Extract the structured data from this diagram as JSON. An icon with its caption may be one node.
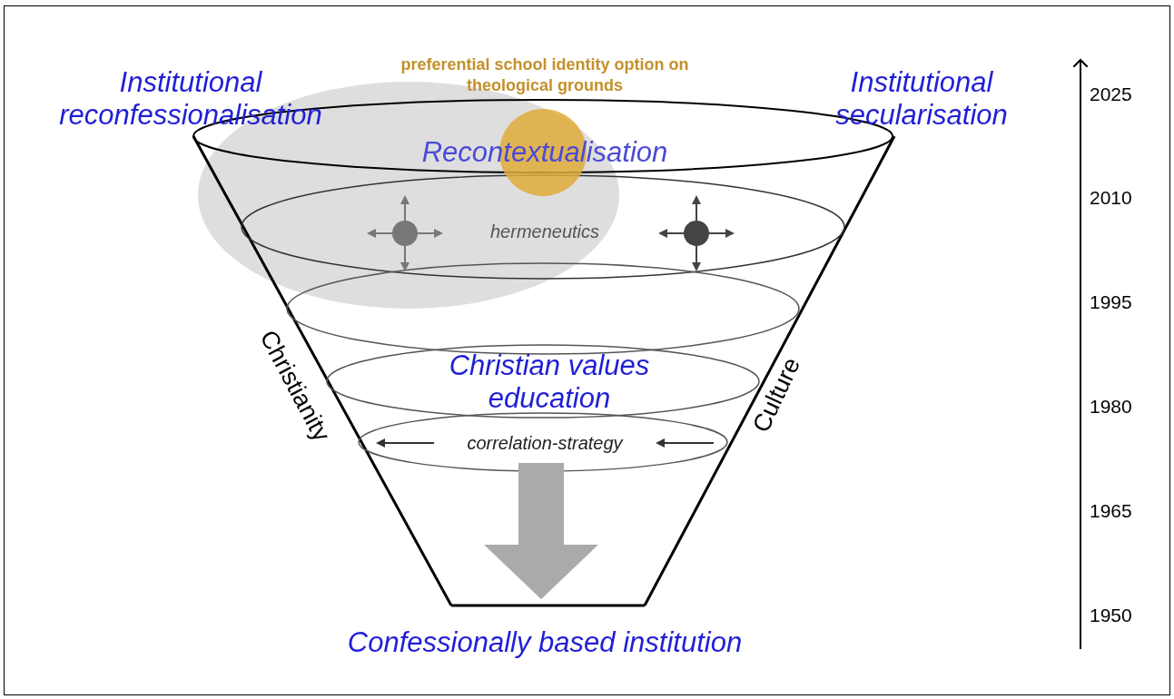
{
  "diagram": {
    "labels": [
      "preferential school identity option on theological grounds",
      "Institutional reconfessionalisation",
      "Institutional secularisation",
      "2025",
      "Recontextualisation",
      "2010",
      "hermeneutics",
      "1995",
      "Christianity",
      "Culture",
      "Christian values education",
      "1980",
      "correlation-strategy",
      "1965",
      "1950",
      "Confessionally based institution"
    ]
  }
}
